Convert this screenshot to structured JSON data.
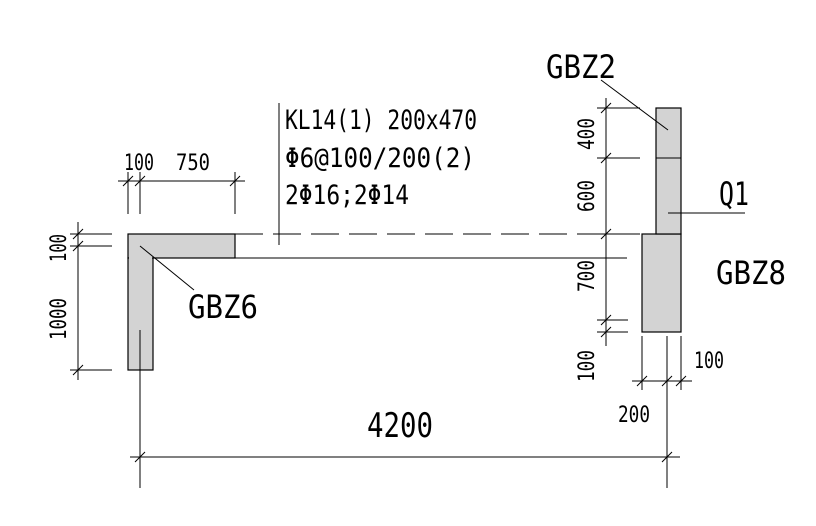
{
  "beam": {
    "line1": "KL14(1) 200x470",
    "line2": "Φ6@100/200(2)",
    "line3": "2Φ16;2Φ14"
  },
  "labels": {
    "gbz2": "GBZ2",
    "gbz6": "GBZ6",
    "gbz8": "GBZ8",
    "q1": "Q1"
  },
  "dimensions": {
    "top_100": "100",
    "top_750": "750",
    "left_100": "100",
    "left_1000": "1000",
    "right_400": "400",
    "right_600": "600",
    "right_700": "700",
    "right_100": "100",
    "bottom_100": "100",
    "bottom_200": "200",
    "overall_4200": "4200"
  },
  "colors": {
    "wall_fill": "#d3d3d3",
    "line": "#000000",
    "background": "#ffffff"
  }
}
